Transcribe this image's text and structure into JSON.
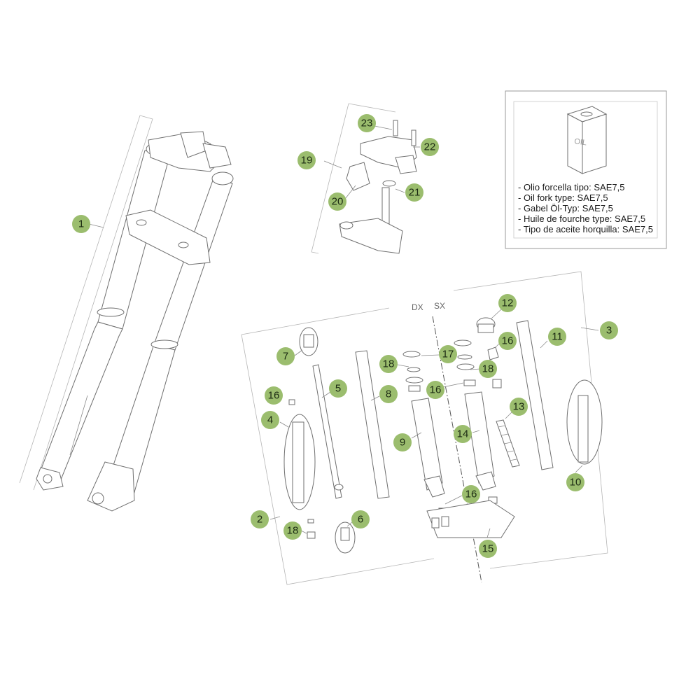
{
  "callouts": [
    {
      "id": "c1",
      "label": "1"
    },
    {
      "id": "c2",
      "label": "2"
    },
    {
      "id": "c3",
      "label": "3"
    },
    {
      "id": "c4",
      "label": "4"
    },
    {
      "id": "c5",
      "label": "5"
    },
    {
      "id": "c6",
      "label": "6"
    },
    {
      "id": "c7",
      "label": "7"
    },
    {
      "id": "c8",
      "label": "8"
    },
    {
      "id": "c9",
      "label": "9"
    },
    {
      "id": "c10",
      "label": "10"
    },
    {
      "id": "c11",
      "label": "11"
    },
    {
      "id": "c12",
      "label": "12"
    },
    {
      "id": "c13",
      "label": "13"
    },
    {
      "id": "c14",
      "label": "14"
    },
    {
      "id": "c15",
      "label": "15"
    },
    {
      "id": "c16a",
      "label": "16"
    },
    {
      "id": "c16b",
      "label": "16"
    },
    {
      "id": "c16c",
      "label": "16"
    },
    {
      "id": "c16d",
      "label": "16"
    },
    {
      "id": "c17",
      "label": "17"
    },
    {
      "id": "c18a",
      "label": "18"
    },
    {
      "id": "c18b",
      "label": "18"
    },
    {
      "id": "c18c",
      "label": "18"
    },
    {
      "id": "c19",
      "label": "19"
    },
    {
      "id": "c20",
      "label": "20"
    },
    {
      "id": "c21",
      "label": "21"
    },
    {
      "id": "c22",
      "label": "22"
    },
    {
      "id": "c23",
      "label": "23"
    }
  ],
  "side_labels": {
    "right": "DX",
    "left": "SX"
  },
  "oil_box": {
    "can_label": "OIL",
    "lines": [
      "- Olio forcella tipo: SAE7,5",
      "- Oil fork type: SAE7,5",
      "- Gabel Öl-Typ: SAE7,5",
      "- Huile de fourche type: SAE7,5",
      "- Tipo de aceite horquilla: SAE7,5"
    ]
  },
  "colors": {
    "callout_fill": "#9bbd6e",
    "line": "#6f6f6f"
  }
}
